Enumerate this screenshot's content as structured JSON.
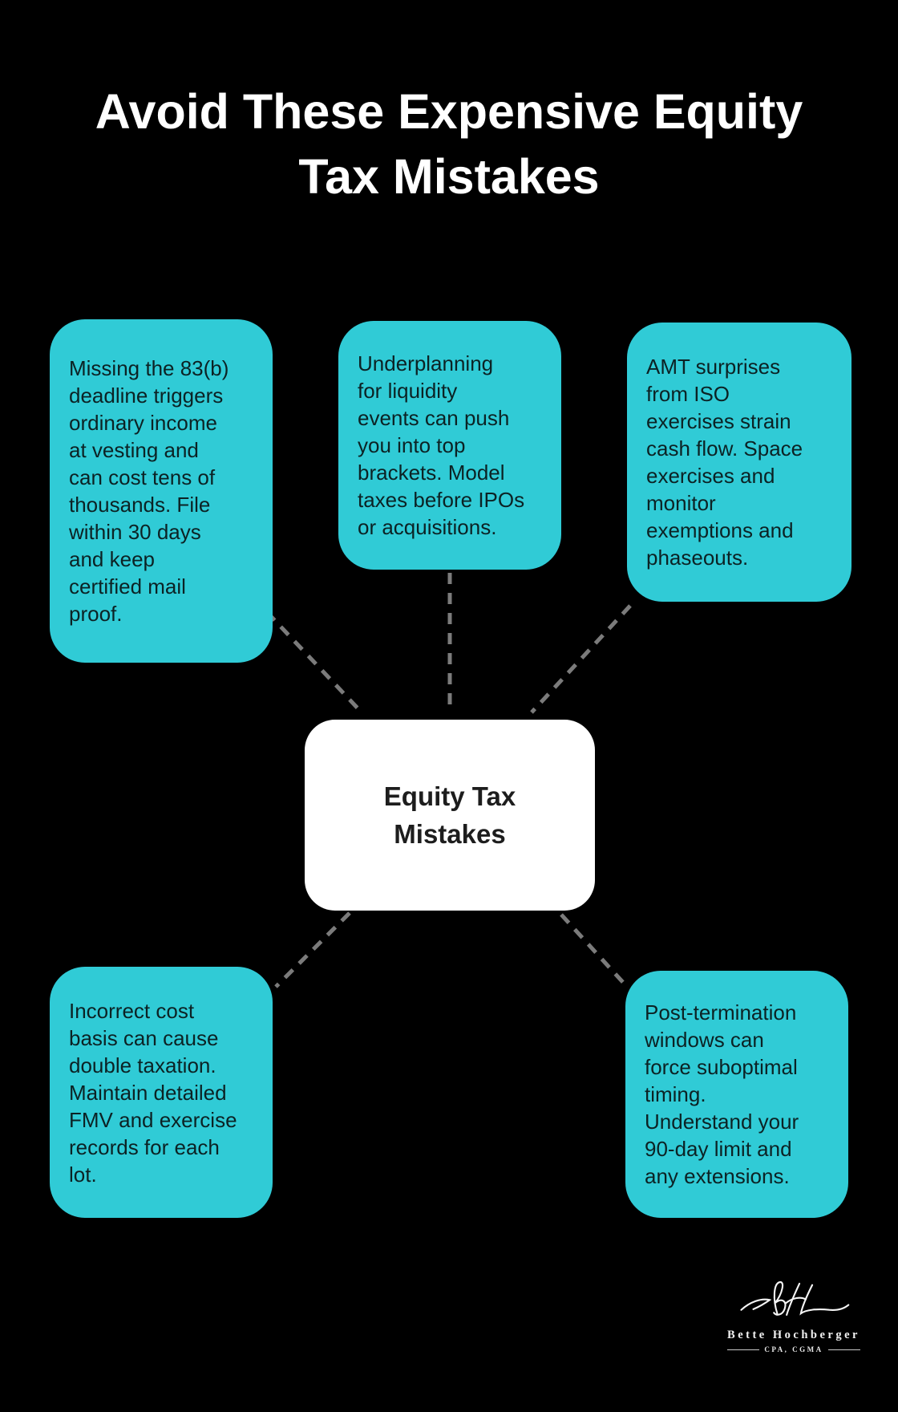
{
  "title": "Avoid These Expensive Equity\nTax Mistakes",
  "center": {
    "label": "Equity Tax\nMistakes"
  },
  "nodes": [
    {
      "id": "83b-deadline",
      "text": "Missing the 83(b)\ndeadline triggers\nordinary income\nat vesting and\ncan cost tens of\nthousands. File\nwithin 30 days\nand keep\ncertified mail\nproof."
    },
    {
      "id": "liquidity-underplanning",
      "text": "Underplanning\nfor liquidity\nevents can push\nyou into top\nbrackets. Model\ntaxes before IPOs\nor acquisitions."
    },
    {
      "id": "amt-surprises",
      "text": "AMT surprises\nfrom ISO\nexercises strain\ncash flow. Space\nexercises and\nmonitor\nexemptions and\nphaseouts."
    },
    {
      "id": "cost-basis",
      "text": "Incorrect cost\nbasis can cause\ndouble taxation.\nMaintain detailed\nFMV and exercise\nrecords for each\nlot."
    },
    {
      "id": "post-termination",
      "text": "Post-termination\nwindows can\nforce suboptimal\ntiming.\nUnderstand your\n90-day limit and\nany extensions."
    }
  ],
  "logo": {
    "monogram_icon": "BH-signature",
    "name": "Bette Hochberger",
    "credentials": "CPA, CGMA"
  },
  "colors": {
    "background": "#000000",
    "node_fill": "#30CBD6",
    "node_text": "#0C2224",
    "center_fill": "#FFFFFF",
    "center_text": "#1D1D1D",
    "connector": "#7B7B7B",
    "title_text": "#FFFFFF"
  }
}
